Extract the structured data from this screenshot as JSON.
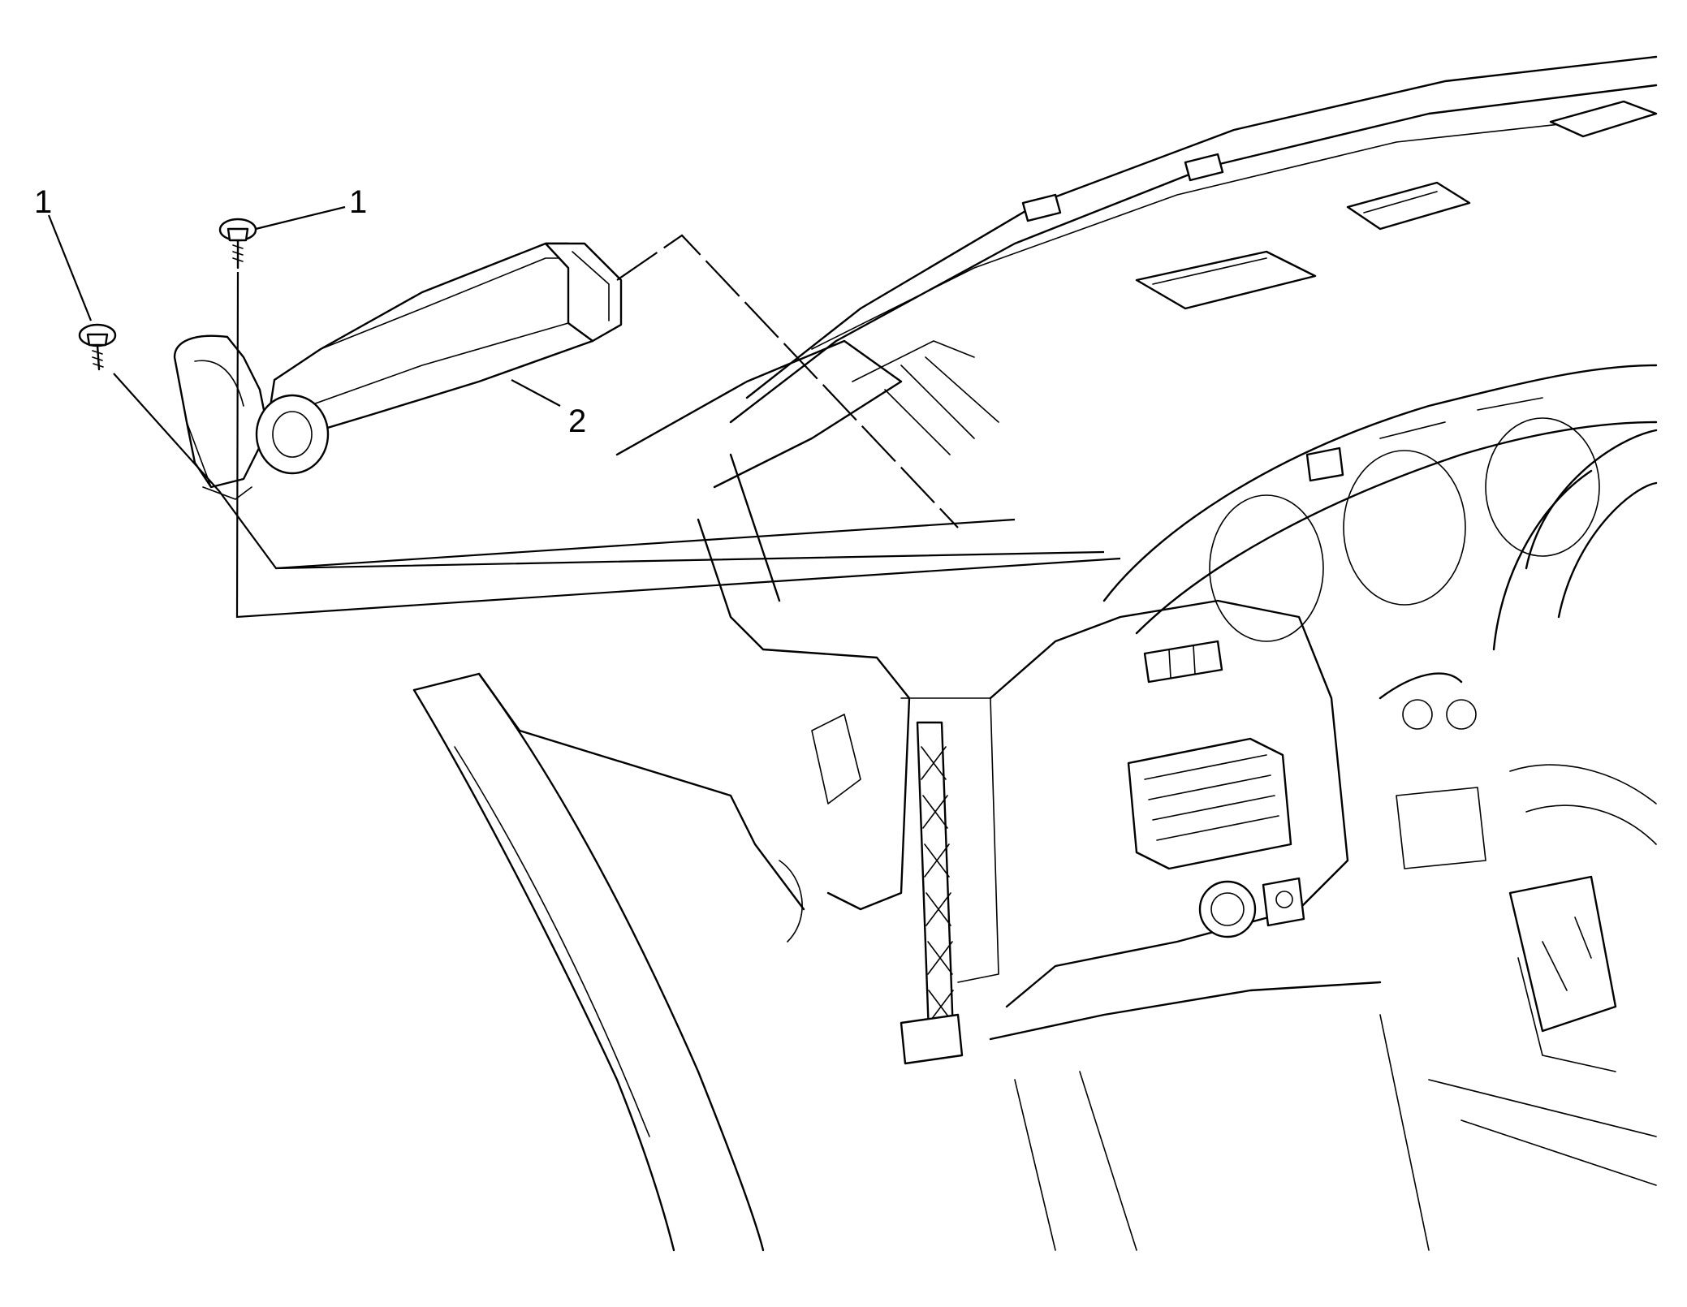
{
  "callouts": [
    {
      "id": "fastener-left",
      "label": "1"
    },
    {
      "id": "fastener-top",
      "label": "1"
    },
    {
      "id": "duct",
      "label": "2"
    }
  ]
}
